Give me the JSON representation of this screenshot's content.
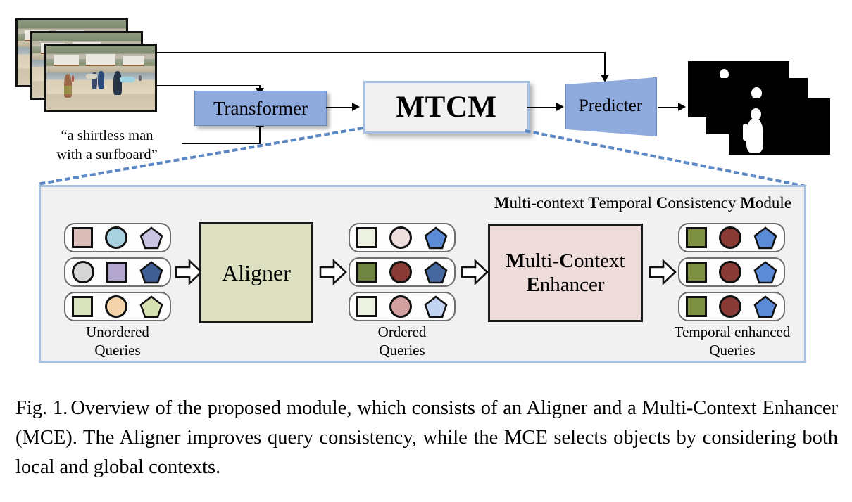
{
  "figure": {
    "caption_label": "Fig. 1.",
    "caption_text": "Overview of the proposed module, which consists of an Aligner and a Multi-Context Enhancer (MCE). The Aligner improves query consistency, while the MCE selects objects by considering both local and global contexts."
  },
  "pipeline": {
    "text_prompt": "“a shirtless man\nwith a surfboard”",
    "text_prompt_line1": "“a shirtless man",
    "text_prompt_line2": "with a surfboard”",
    "transformer_label": "Transformer",
    "mtcm_label": "MTCM",
    "predicter_label": "Predicter",
    "input_frames_name": "input-video-frames",
    "output_masks_name": "output-segmentation-masks"
  },
  "module_panel": {
    "title_parts": [
      {
        "cap": "M",
        "rest": "ulti-context "
      },
      {
        "cap": "T",
        "rest": "emporal "
      },
      {
        "cap": "C",
        "rest": "onsistency "
      },
      {
        "cap": "M",
        "rest": "odule"
      }
    ],
    "title_plain": "Multi-context Temporal Consistency Module",
    "aligner_label": "Aligner",
    "mce_label_line1_cap": "M",
    "mce_label_line1_rest": "ulti-",
    "mce_label_line1_cap2": "C",
    "mce_label_line1_rest2": "ontext",
    "mce_label_line2_cap": "E",
    "mce_label_line2_rest": "nhancer",
    "mce_label_plain": "Multi-Context Enhancer",
    "labels": {
      "unordered": "Unordered\nQueries",
      "unordered_l1": "Unordered",
      "unordered_l2": "Queries",
      "ordered_l1": "Ordered",
      "ordered_l2": "Queries",
      "enhanced_l1": "Temporal enhanced",
      "enhanced_l2": "Queries"
    },
    "query_groups": [
      {
        "name": "unordered-queries",
        "rows": [
          [
            {
              "shape": "square",
              "color": "#ddbdb9"
            },
            {
              "shape": "circle",
              "color": "#a9d2e0"
            },
            {
              "shape": "pentagon",
              "color": "#c8c4e2"
            }
          ],
          [
            {
              "shape": "circle",
              "color": "#d6d6d6"
            },
            {
              "shape": "square",
              "color": "#b2a5ce"
            },
            {
              "shape": "pentagon",
              "color": "#3f5e94"
            }
          ],
          [
            {
              "shape": "square",
              "color": "#d9e4bf"
            },
            {
              "shape": "circle",
              "color": "#f5d4ac"
            },
            {
              "shape": "pentagon",
              "color": "#d7e1b2"
            }
          ]
        ]
      },
      {
        "name": "ordered-queries",
        "rows": [
          [
            {
              "shape": "square",
              "color": "#ecf1e1"
            },
            {
              "shape": "circle",
              "color": "#eedede"
            },
            {
              "shape": "pentagon",
              "color": "#5b8ad6"
            }
          ],
          [
            {
              "shape": "square",
              "color": "#6f8440"
            },
            {
              "shape": "circle",
              "color": "#8a3b36"
            },
            {
              "shape": "pentagon",
              "color": "#45689f"
            }
          ],
          [
            {
              "shape": "square",
              "color": "#ecf1e1"
            },
            {
              "shape": "circle",
              "color": "#d3a0a0"
            },
            {
              "shape": "pentagon",
              "color": "#c2d3f2"
            }
          ]
        ]
      },
      {
        "name": "temporal-enhanced-queries",
        "rows": [
          [
            {
              "shape": "square",
              "color": "#7e9142"
            },
            {
              "shape": "circle",
              "color": "#8a3b36"
            },
            {
              "shape": "pentagon",
              "color": "#5b8ad6"
            }
          ],
          [
            {
              "shape": "square",
              "color": "#7e9142"
            },
            {
              "shape": "circle",
              "color": "#8a3b36"
            },
            {
              "shape": "pentagon",
              "color": "#5b8ad6"
            }
          ],
          [
            {
              "shape": "square",
              "color": "#7e9142"
            },
            {
              "shape": "circle",
              "color": "#8a3b36"
            },
            {
              "shape": "pentagon",
              "color": "#5b8ad6"
            }
          ]
        ]
      }
    ]
  },
  "colors": {
    "accent_blue": "#8faadc",
    "panel_border": "#a7c0e0",
    "panel_bg": "#f1f1f1",
    "dashed_blue": "#5b87c4",
    "aligner_bg": "#dde0c0",
    "mce_bg": "#eedcda",
    "mask_bg": "#000000",
    "silhouette": "#ffffff"
  }
}
